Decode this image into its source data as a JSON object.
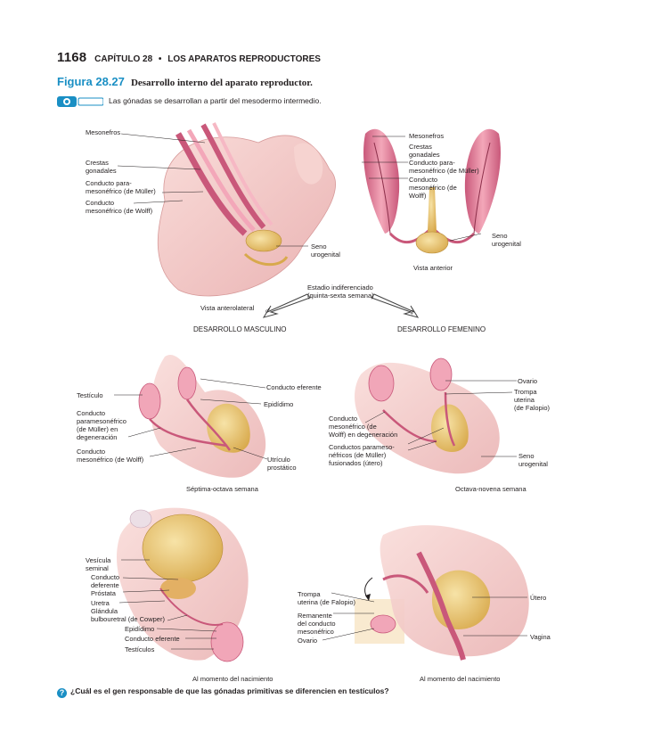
{
  "header": {
    "page_number": "1168",
    "chapter": "CAPÍTULO 28",
    "section": "LOS APARATOS REPRODUCTORES"
  },
  "figure": {
    "number": "Figura 28.27",
    "title": "Desarrollo interno del aparato reproductor."
  },
  "subtitle": "Las gónadas se desarrollan a partir del mesodermo intermedio.",
  "panel_a": {
    "labels": [
      "Mesonefros",
      "Crestas\ngonadales",
      "Conducto para-\nmesonéfrico (de Müller)",
      "Conducto\nmesonéfrico (de Wolff)",
      "Seno\nurogenital"
    ],
    "caption": "Vista anterolateral"
  },
  "panel_b": {
    "labels": [
      "Mesonefros",
      "Crestas\ngonadales",
      "Conducto para-\nmesonéfrico (de Müller)",
      "Conducto\nmesonéfrico (de\nWolff)",
      "Seno\nurogenital"
    ],
    "caption": "Vista anterior"
  },
  "center": {
    "stage": "Estadio indiferenciado\n(quinta-sexta semana)",
    "male": "DESARROLLO MASCULINO",
    "female": "DESARROLLO FEMENINO",
    "male_symbol": "♂",
    "female_symbol": "♀"
  },
  "panel_c": {
    "labels": [
      "Conducto eferente",
      "Testículo",
      "Epidídimo",
      "Conducto\nparamesonéfrico\n(de Müller) en\ndegeneración",
      "Conducto\nmesonéfrico (de Wolff)",
      "Utrículo\nprostático"
    ],
    "caption": "Séptima-octava semana"
  },
  "panel_d": {
    "labels": [
      "Ovario",
      "Trompa\nuterina\n(de Falopio)",
      "Conducto\nmesonéfrico (de\nWolff) en degeneración",
      "Conductos parameso-\nnéfricos (de Müller)\nfusionados (útero)",
      "Seno\nurogenital"
    ],
    "caption": "Octava-novena semana"
  },
  "panel_e": {
    "labels": [
      "Vesícula\nseminal",
      "Conducto\ndeferente",
      "Próstata",
      "Uretra",
      "Glándula\nbulbouretral (de Cowper)",
      "Epidídimo",
      "Conducto eferente",
      "Testículos"
    ],
    "caption": "Al momento del nacimiento"
  },
  "panel_f": {
    "labels": [
      "Trompa\nuterina (de Falopio)",
      "Útero",
      "Remanente\ndel conducto\nmesonéfrico",
      "Ovario",
      "Vagina"
    ],
    "caption": "Al momento del nacimiento"
  },
  "question": {
    "icon": "?",
    "text": "¿Cuál es el gen responsable de que las gónadas primitivas se diferencien en testículos?"
  },
  "colors": {
    "accent": "#1a8fc4",
    "tissue": "#f2c6c4",
    "tissue_dark": "#c9587a",
    "gold": "#e6c26a"
  }
}
